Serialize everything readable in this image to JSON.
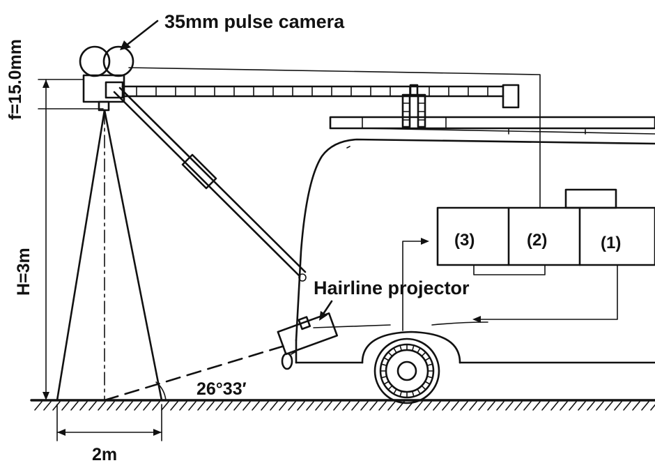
{
  "labels": {
    "camera": "35mm pulse camera",
    "focal": "f=15.0mm",
    "height": "H=3m",
    "projector": "Hairline projector",
    "angle": "26°33′",
    "width": "2m",
    "box1": "(1)",
    "box2": "(2)",
    "box3": "(3)"
  },
  "colors": {
    "ink": "#111111",
    "paper": "#ffffff"
  }
}
